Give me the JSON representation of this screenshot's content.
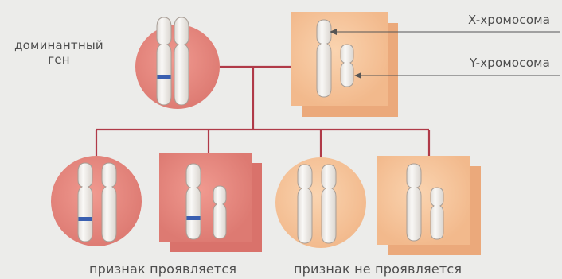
{
  "labels": {
    "dominant_gene": "доминантный ген",
    "x_chromosome": "X-хромосома",
    "y_chromosome": "Y-хромосома",
    "trait_shown": "признак проявляется",
    "trait_not_shown": "признак не проявляется"
  },
  "colors": {
    "background": "#ececea",
    "affected": "#e88c84",
    "affected_shadow": "#d9726b",
    "unaffected": "#f6c49b",
    "unaffected_shadow": "#eba97b",
    "chromosome": "#f3f1ee",
    "dominant_band": "#3a5fb0",
    "lines": "#b03a48",
    "pointer": "#555555"
  },
  "individuals": [
    {
      "role": "parent",
      "sex": "female",
      "affected": true
    },
    {
      "role": "parent",
      "sex": "male",
      "affected": false
    },
    {
      "role": "child",
      "sex": "female",
      "affected": true
    },
    {
      "role": "child",
      "sex": "male",
      "affected": true
    },
    {
      "role": "child",
      "sex": "female",
      "affected": false
    },
    {
      "role": "child",
      "sex": "male",
      "affected": false
    }
  ]
}
